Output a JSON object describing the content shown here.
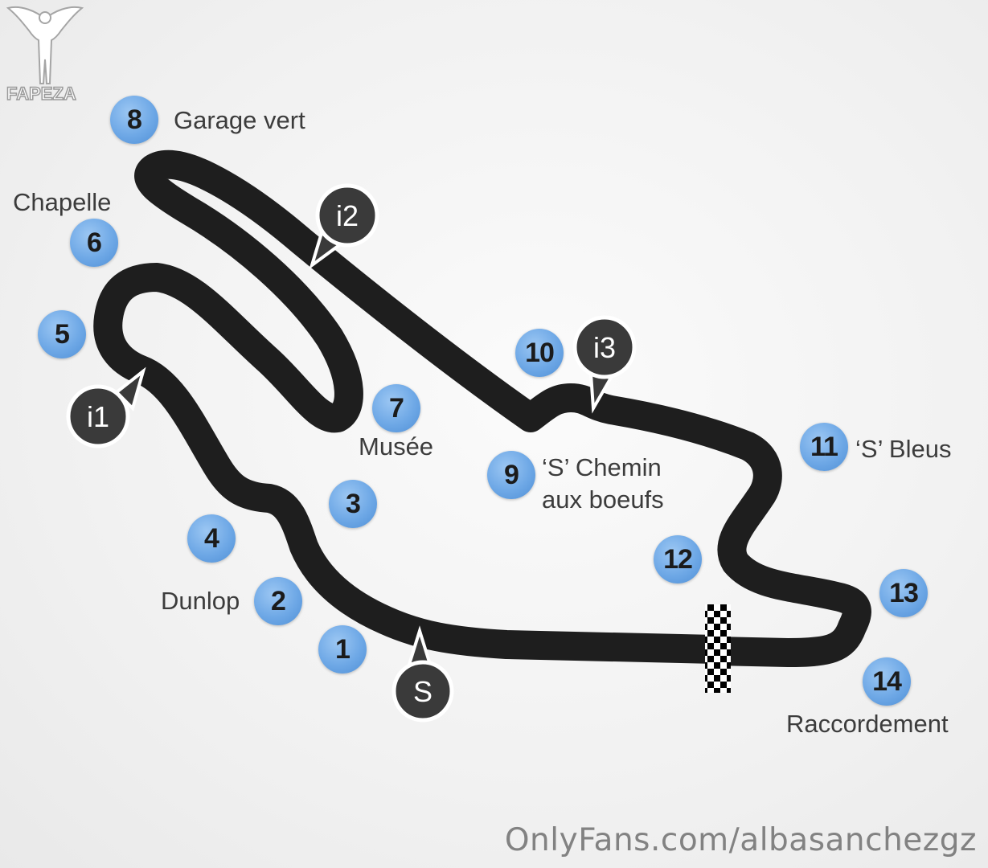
{
  "watermark": {
    "logo_text": "FAPEZA",
    "site": "OnlyFans.com/albasanchezgz"
  },
  "colors": {
    "track": "#1e1e1e",
    "corner_fill": "#6ea8e6",
    "marker_fill": "#3a3a3a"
  },
  "corners": [
    {
      "num": "1"
    },
    {
      "num": "2",
      "name": "Dunlop"
    },
    {
      "num": "3"
    },
    {
      "num": "4"
    },
    {
      "num": "5"
    },
    {
      "num": "6",
      "name": "Chapelle"
    },
    {
      "num": "7",
      "name": "Musée"
    },
    {
      "num": "8",
      "name": "Garage vert"
    },
    {
      "num": "9",
      "name": "‘S’ Chemin aux boeufs"
    },
    {
      "num": "10"
    },
    {
      "num": "11",
      "name": "‘S’ Bleus"
    },
    {
      "num": "12"
    },
    {
      "num": "13"
    },
    {
      "num": "14",
      "name": "Raccordement"
    }
  ],
  "markers": {
    "start": "S",
    "i1": "i1",
    "i2": "i2",
    "i3": "i3"
  },
  "finish_line_icon": "checkered-flag-icon"
}
